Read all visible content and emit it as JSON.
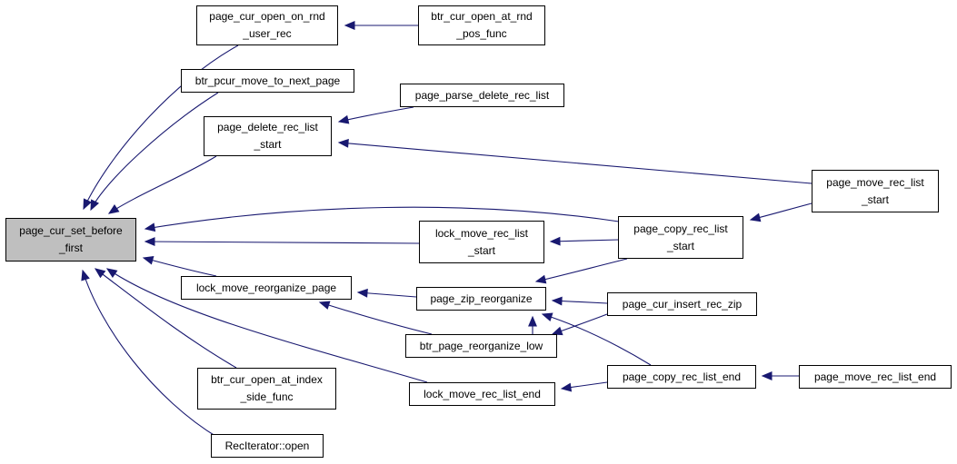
{
  "colors": {
    "edge": "#191970",
    "root_fill": "#bfbfbf",
    "node_fill": "#ffffff",
    "border": "#000000"
  },
  "nodes": {
    "root": "page_cur_set_before\n_first",
    "page_cur_open_on_rnd_user_rec": "page_cur_open_on_rnd\n_user_rec",
    "btr_cur_open_at_rnd_pos_func": "btr_cur_open_at_rnd\n_pos_func",
    "btr_pcur_move_to_next_page": "btr_pcur_move_to_next_page",
    "page_parse_delete_rec_list": "page_parse_delete_rec_list",
    "page_delete_rec_list_start": "page_delete_rec_list\n_start",
    "page_move_rec_list_start": "page_move_rec_list\n_start",
    "lock_move_rec_list_start": "lock_move_rec_list\n_start",
    "page_copy_rec_list_start": "page_copy_rec_list\n_start",
    "lock_move_reorganize_page": "lock_move_reorganize_page",
    "page_zip_reorganize": "page_zip_reorganize",
    "page_cur_insert_rec_zip": "page_cur_insert_rec_zip",
    "btr_page_reorganize_low": "btr_page_reorganize_low",
    "btr_cur_open_at_index_side_func": "btr_cur_open_at_index\n_side_func",
    "lock_move_rec_list_end": "lock_move_rec_list_end",
    "page_copy_rec_list_end": "page_copy_rec_list_end",
    "page_move_rec_list_end": "page_move_rec_list_end",
    "RecIterator_open": "RecIterator::open"
  }
}
